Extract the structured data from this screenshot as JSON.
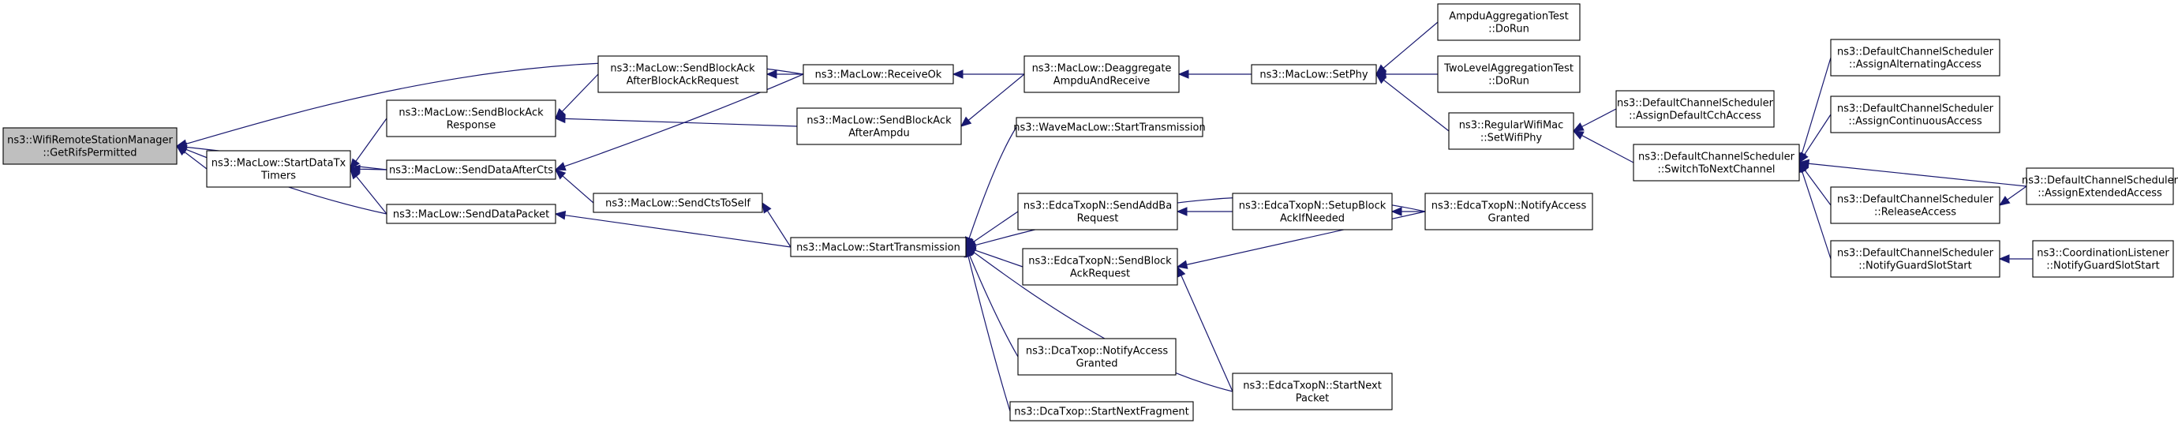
{
  "graph": {
    "edge_color": "#191970",
    "root_fill": "#bfbfbf",
    "node_fill": "#ffffff",
    "nodes": [
      {
        "id": "root",
        "lines": [
          "ns3::WifiRemoteStationManager",
          "::GetRifsPermitted"
        ]
      },
      {
        "id": "startDataTxTimers",
        "lines": [
          "ns3::MacLow::StartDataTx",
          "Timers"
        ]
      },
      {
        "id": "sendBlockAckResponse",
        "lines": [
          "ns3::MacLow::SendBlockAck",
          "Response"
        ]
      },
      {
        "id": "sendDataAfterCts",
        "lines": [
          "ns3::MacLow::SendDataAfterCts"
        ]
      },
      {
        "id": "sendDataPacket",
        "lines": [
          "ns3::MacLow::SendDataPacket"
        ]
      },
      {
        "id": "sendBlockAckAfterBAR",
        "lines": [
          "ns3::MacLow::SendBlockAck",
          "AfterBlockAckRequest"
        ]
      },
      {
        "id": "sendCtsToSelf",
        "lines": [
          "ns3::MacLow::SendCtsToSelf"
        ]
      },
      {
        "id": "receiveOk",
        "lines": [
          "ns3::MacLow::ReceiveOk"
        ]
      },
      {
        "id": "sendBlockAckAfterAmpdu",
        "lines": [
          "ns3::MacLow::SendBlockAck",
          "AfterAmpdu"
        ]
      },
      {
        "id": "startTransmission",
        "lines": [
          "ns3::MacLow::StartTransmission"
        ]
      },
      {
        "id": "deaggregate",
        "lines": [
          "ns3::MacLow::Deaggregate",
          "AmpduAndReceive"
        ]
      },
      {
        "id": "waveStartTx",
        "lines": [
          "ns3::WaveMacLow::StartTransmission"
        ]
      },
      {
        "id": "edcaSendAddBa",
        "lines": [
          "ns3::EdcaTxopN::SendAddBa",
          "Request"
        ]
      },
      {
        "id": "edcaSendBlockAckReq",
        "lines": [
          "ns3::EdcaTxopN::SendBlock",
          "AckRequest"
        ]
      },
      {
        "id": "dcaNotifyAccess",
        "lines": [
          "ns3::DcaTxop::NotifyAccess",
          "Granted"
        ]
      },
      {
        "id": "dcaStartNextFragment",
        "lines": [
          "ns3::DcaTxop::StartNextFragment"
        ]
      },
      {
        "id": "setPhy",
        "lines": [
          "ns3::MacLow::SetPhy"
        ]
      },
      {
        "id": "edcaSetupBlockAck",
        "lines": [
          "ns3::EdcaTxopN::SetupBlock",
          "AckIfNeeded"
        ]
      },
      {
        "id": "edcaStartNextPacket",
        "lines": [
          "ns3::EdcaTxopN::StartNext",
          "Packet"
        ]
      },
      {
        "id": "ampduTest",
        "lines": [
          "AmpduAggregationTest",
          "::DoRun"
        ]
      },
      {
        "id": "twoLevelTest",
        "lines": [
          "TwoLevelAggregationTest",
          "::DoRun"
        ]
      },
      {
        "id": "regularWifiMac",
        "lines": [
          "ns3::RegularWifiMac",
          "::SetWifiPhy"
        ]
      },
      {
        "id": "edcaNotifyAccess",
        "lines": [
          "ns3::EdcaTxopN::NotifyAccess",
          "Granted"
        ]
      },
      {
        "id": "assignDefaultCch",
        "lines": [
          "ns3::DefaultChannelScheduler",
          "::AssignDefaultCchAccess"
        ]
      },
      {
        "id": "switchToNextChannel",
        "lines": [
          "ns3::DefaultChannelScheduler",
          "::SwitchToNextChannel"
        ]
      },
      {
        "id": "assignAlternating",
        "lines": [
          "ns3::DefaultChannelScheduler",
          "::AssignAlternatingAccess"
        ]
      },
      {
        "id": "assignContinuous",
        "lines": [
          "ns3::DefaultChannelScheduler",
          "::AssignContinuousAccess"
        ]
      },
      {
        "id": "releaseAccess",
        "lines": [
          "ns3::DefaultChannelScheduler",
          "::ReleaseAccess"
        ]
      },
      {
        "id": "notifyGuardSlotStart",
        "lines": [
          "ns3::DefaultChannelScheduler",
          "::NotifyGuardSlotStart"
        ]
      },
      {
        "id": "assignExtended",
        "lines": [
          "ns3::DefaultChannelScheduler",
          "::AssignExtendedAccess"
        ]
      },
      {
        "id": "coordListener",
        "lines": [
          "ns3::CoordinationListener",
          "::NotifyGuardSlotStart"
        ]
      }
    ]
  }
}
